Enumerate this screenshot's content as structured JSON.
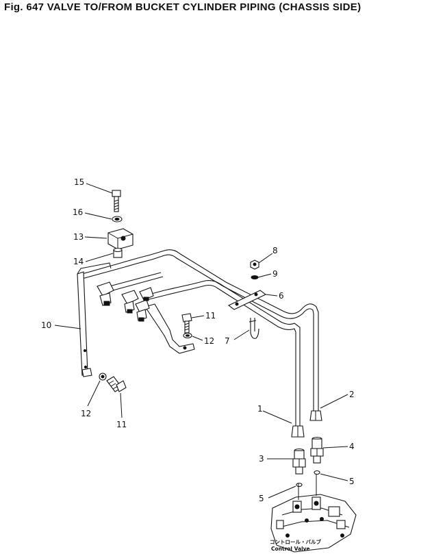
{
  "title": "Fig. 647   VALVE TO/FROM BUCKET CYLINDER PIPING   (CHASSIS SIDE)",
  "callouts": [
    "15",
    "16",
    "13",
    "14",
    "8",
    "9",
    "6",
    "11",
    "12",
    "7",
    "10",
    "12",
    "11",
    "2",
    "1",
    "4",
    "3",
    "5",
    "5"
  ],
  "control_valve": {
    "label_jp": "コントロール・バルブ",
    "label_en": "Control Valve"
  }
}
